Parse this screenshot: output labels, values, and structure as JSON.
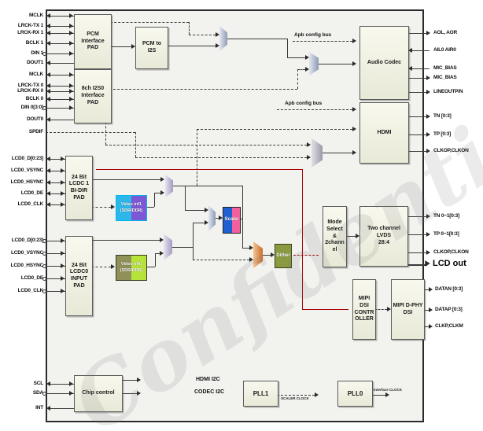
{
  "watermark": "Confidential",
  "blocks": {
    "pcm_pad": "PCM\nInterface\nPAD",
    "i2s_pad": "8ch I2S0\nInterface\nPAD",
    "pcm_to_i2s": "PCM to\nI2S",
    "audio_codec": "Audio Codec",
    "hdmi": "HDMI",
    "lcdc1_pad": "24 Bit\nLCDC 1\nBI-DIR\nPAD",
    "lcdc0_pad": "24 Bit\nLCDC0\nINPUT\nPAD",
    "video_inf1": "Video inf1\n(SDR/DDR)",
    "video_inf0": "Video inf0\n(SDR/DDR)",
    "scaler": "Scaler",
    "dither": "Dither",
    "mode_select": "Mode\nSelect\n&\n2chann\nel",
    "lvds": "Two channel\nLVDS\n28:4",
    "mipi_dsi": "MIPI\nDSI\nCONTR\nOLLER",
    "mipi_phy": "MIPI D-PHY\nDSI",
    "chip_control": "Chip control",
    "pll1": "PLL1",
    "pll0": "PLL0"
  },
  "bus_labels": {
    "apb1": "Apb config bus",
    "apb2": "Apb config bus",
    "hdmi_i2c": "HDMI I2C",
    "codec_i2c": "CODEC I2C",
    "scaler_clock": "SCALER CLOCK",
    "interface_clock": "Interface CLOCK"
  },
  "pins": {
    "left_audio": [
      "MCLK",
      "LRCK-TX 1",
      "LRCK-RX 1",
      "BCLK 1",
      "DIN 1",
      "DOUT1",
      "MCLK",
      "LRCK-TX 0",
      "LRCK-RX 0",
      "BCLK 0",
      "DIN 0[3:0]",
      "DOUT0",
      "SPDIF"
    ],
    "lcd0_a": [
      "LCD0_D[0:23]",
      "LCD0_VSYNC",
      "LCD0_HSYNC",
      "LCD0_DE",
      "LCD0_CLK"
    ],
    "lcd0_b": [
      "LCD0_D[0:23]",
      "LCD0_VSYNC",
      "LCD0_HSYNC",
      "LCD0_DE",
      "LCD0_CLK"
    ],
    "i2c": [
      "SCL",
      "SDA",
      "INT"
    ],
    "right": [
      "AOL, AOR",
      "AIL0 AIR0",
      "MIC_BIAS",
      "MIC_BIAS",
      "LINEOUTP/N",
      "TN [0:3]",
      "TP [0:3]",
      "CLKOP,CLKON",
      "TN 0~1[0:3]",
      "TP 0~1[0:3]",
      "CLKOP,CLKON",
      "LCD out",
      "DATAN [0:3]",
      "DATAP [0:3]",
      "CLKP,CLKM"
    ]
  },
  "colors": {
    "red_net": "#a80000",
    "scaler_left": "#1e5fd2",
    "scaler_right": "#f25f9e",
    "inf1_left": "#2bb7ea",
    "inf1_right": "#7e57d6",
    "inf0_left": "#8f9158",
    "inf0_right": "#b6e33a",
    "dither_fill": "#8a9a40",
    "block_fill": "#f2f2e4"
  }
}
